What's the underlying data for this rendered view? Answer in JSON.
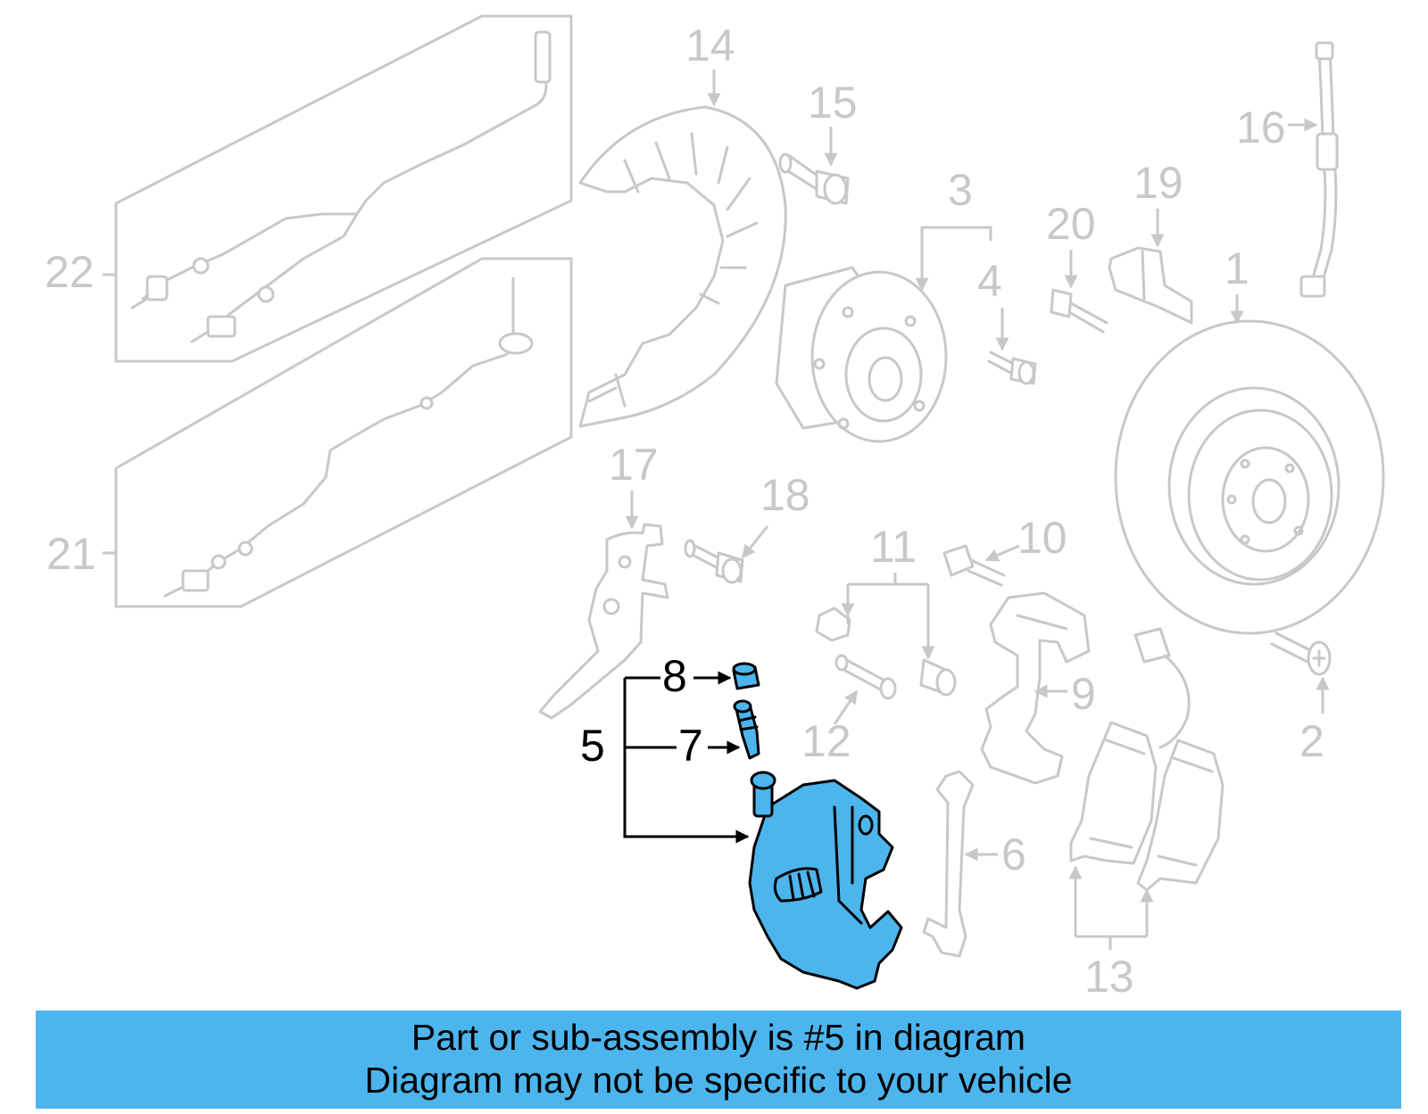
{
  "highlight_color": "#4db5ee",
  "ghost_color": "#c8c8c8",
  "callouts": {
    "c1": "1",
    "c2": "2",
    "c3": "3",
    "c4": "4",
    "c5": "5",
    "c6": "6",
    "c7": "7",
    "c8": "8",
    "c9": "9",
    "c10": "10",
    "c11": "11",
    "c12": "12",
    "c13": "13",
    "c14": "14",
    "c15": "15",
    "c16": "16",
    "c17": "17",
    "c18": "18",
    "c19": "19",
    "c20": "20",
    "c21": "21",
    "c22": "22"
  },
  "highlighted_part": "5",
  "banner": {
    "line1": "Part or sub-assembly is #5 in diagram",
    "line2": "Diagram may not be specific to your vehicle"
  }
}
